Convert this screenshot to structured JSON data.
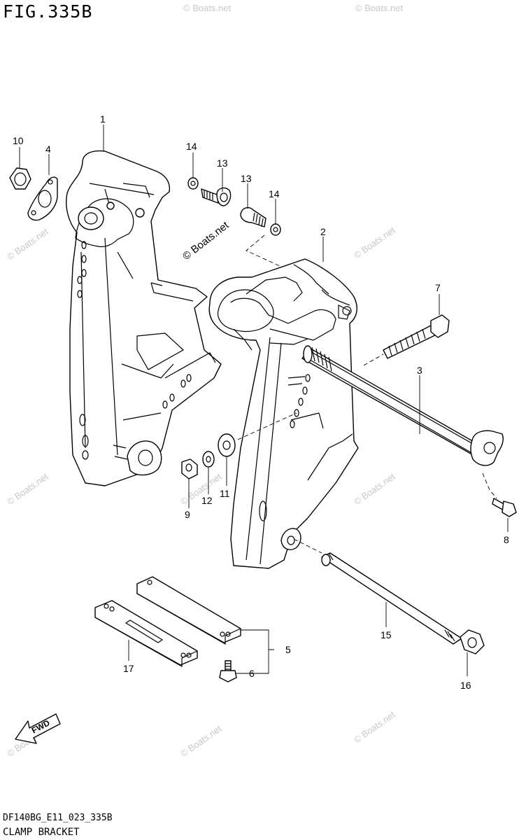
{
  "figure": {
    "title": "FIG.335B",
    "code": "DF140BG_E11_023_335B",
    "name": "CLAMP BRACKET"
  },
  "callouts": {
    "p1": "1",
    "p2": "2",
    "p3": "3",
    "p4": "4",
    "p5": "5",
    "p6": "6",
    "p7": "7",
    "p8": "8",
    "p9": "9",
    "p10": "10",
    "p11": "11",
    "p12": "12",
    "p13a": "13",
    "p13b": "13",
    "p14a": "14",
    "p14b": "14",
    "p15": "15",
    "p16": "16",
    "p17": "17"
  },
  "fwd_label": "FWD",
  "watermark": "© Boats.net"
}
